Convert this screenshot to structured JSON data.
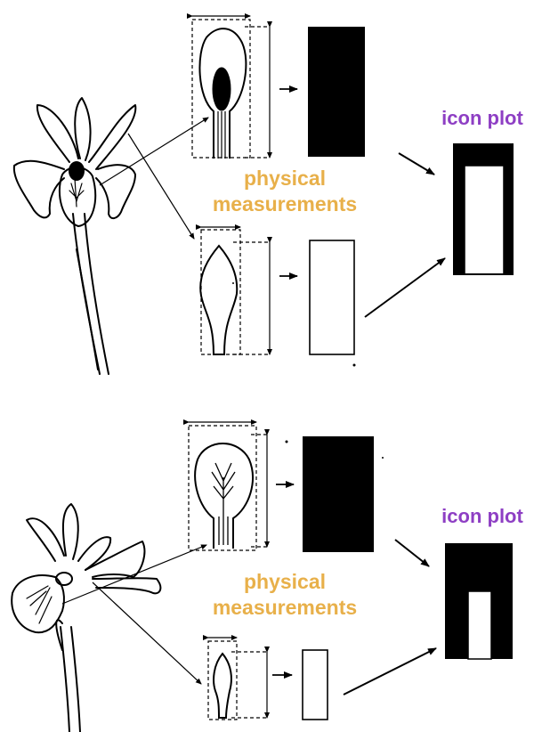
{
  "colors": {
    "physical_label": "#e8b04a",
    "icon_label": "#8e3fc4",
    "ink": "#000000"
  },
  "panels": [
    {
      "physical_label_line1": "physical",
      "physical_label_line2": "measurements",
      "icon_plot_label": "icon plot"
    },
    {
      "physical_label_line1": "physical",
      "physical_label_line2": "measurements",
      "icon_plot_label": "icon plot"
    }
  ]
}
